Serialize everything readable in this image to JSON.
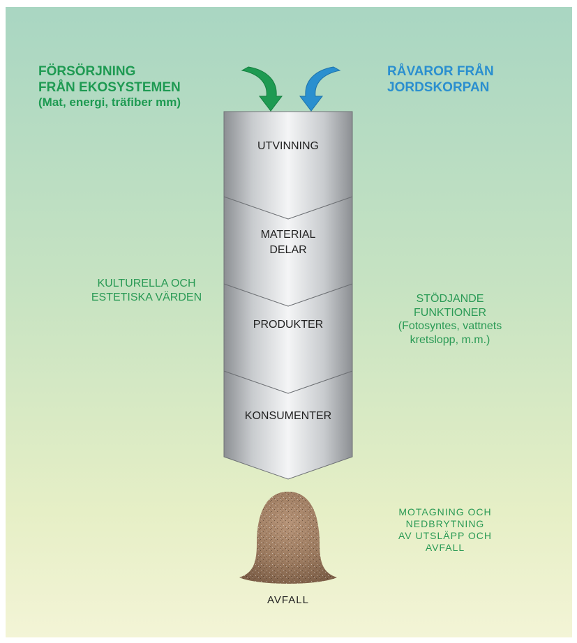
{
  "sources": {
    "ecosystem": {
      "line1": "FÖRSÖRJNING",
      "line2": "FRÅN EKOSYSTEMEN",
      "line3": "(Mat, energi, träfiber mm)",
      "color": "#1e9a52"
    },
    "crust": {
      "line1": "RÅVAROR FRÅN",
      "line2": "JORDSKORPAN",
      "color": "#2a8fcf"
    }
  },
  "stages": [
    {
      "label": "UTVINNING"
    },
    {
      "label": "MATERIAL\nDELAR"
    },
    {
      "label": "PRODUKTER"
    },
    {
      "label": "KONSUMENTER"
    }
  ],
  "side_notes": {
    "cultural": {
      "line1": "KULTURELLA OCH",
      "line2": "ESTETISKA VÄRDEN"
    },
    "supporting": {
      "line1": "STÖDJANDE",
      "line2": "FUNKTIONER",
      "line3": "(Fotosyntes, vattnets",
      "line4": "kretslopp, m.m.)"
    }
  },
  "waste_handling": {
    "line1": "MOTAGNING OCH",
    "line2": "NEDBRYTNING",
    "line3": "AV UTSLÄPP OCH",
    "line4": "AVFALL"
  },
  "waste_label": "AVFALL",
  "colors": {
    "green": "#1e9a52",
    "blue": "#2a8fcf",
    "text_green": "#2a9a55",
    "waste": "#9b7a5f"
  },
  "icons": [
    "green-curved-arrow-icon",
    "blue-curved-arrow-icon",
    "waste-pile-icon"
  ]
}
